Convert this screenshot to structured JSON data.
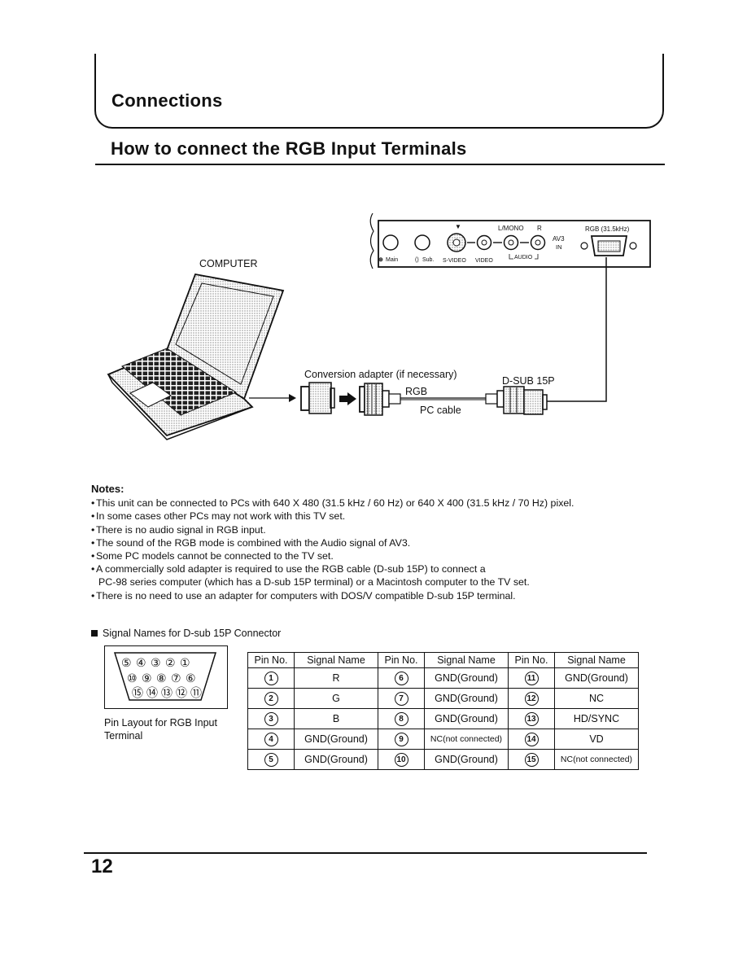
{
  "section": {
    "title": "Connections"
  },
  "heading": {
    "title": "How to connect the RGB Input Terminals"
  },
  "diagram": {
    "computer_label": "COMPUTER",
    "adapter_label": "Conversion adapter (if necessary)",
    "dsub_label": "D-SUB 15P",
    "rgb_label": "RGB",
    "cable_label": "PC cable",
    "panel": {
      "lmono": "L/MONO",
      "r": "R",
      "rgb_freq": "RGB (31.5kHz)",
      "av3": "AV3",
      "in": "IN",
      "main": "Main",
      "sub": "Sub.",
      "svideo": "S-VIDEO",
      "video": "VIDEO",
      "audio": "AUDIO"
    }
  },
  "notes": {
    "title": "Notes:",
    "items": [
      "This unit can be connected to PCs with 640 X 480 (31.5 kHz / 60 Hz) or 640 X 400 (31.5 kHz / 70 Hz) pixel.",
      "In some cases other PCs may not work with this TV set.",
      "There is no audio signal in RGB input.",
      "The sound of the RGB mode is combined with the Audio signal of AV3.",
      "Some PC models cannot be connected to the TV set.",
      "A commercially sold adapter is required to use the RGB cable (D-sub 15P) to connect a",
      "There is no need to use an adapter for computers with DOS/V compatible D-sub 15P terminal."
    ],
    "item6_cont": "PC-98 series computer (which has a D-sub 15P terminal) or a Macintosh computer to the TV set."
  },
  "signal": {
    "title": "Signal Names for D-sub 15P Connector",
    "pin_layout_caption": "Pin Layout for RGB Input Terminal",
    "pin_rows": [
      [
        "⑤",
        "④",
        "③",
        "②",
        "①"
      ],
      [
        "⑩",
        "⑨",
        "⑧",
        "⑦",
        "⑥"
      ],
      [
        "⑮",
        "⑭",
        "⑬",
        "⑫",
        "⑪"
      ]
    ],
    "headers": [
      "Pin No.",
      "Signal Name",
      "Pin No.",
      "Signal Name",
      "Pin No.",
      "Signal Name"
    ],
    "rows": [
      [
        "1",
        "R",
        "6",
        "GND(Ground)",
        "11",
        "GND(Ground)"
      ],
      [
        "2",
        "G",
        "7",
        "GND(Ground)",
        "12",
        "NC"
      ],
      [
        "3",
        "B",
        "8",
        "GND(Ground)",
        "13",
        "HD/SYNC"
      ],
      [
        "4",
        "GND(Ground)",
        "9",
        "NC(not connected)",
        "14",
        "VD"
      ],
      [
        "5",
        "GND(Ground)",
        "10",
        "GND(Ground)",
        "15",
        "NC(not connected)"
      ]
    ]
  },
  "page": {
    "number": "12"
  }
}
